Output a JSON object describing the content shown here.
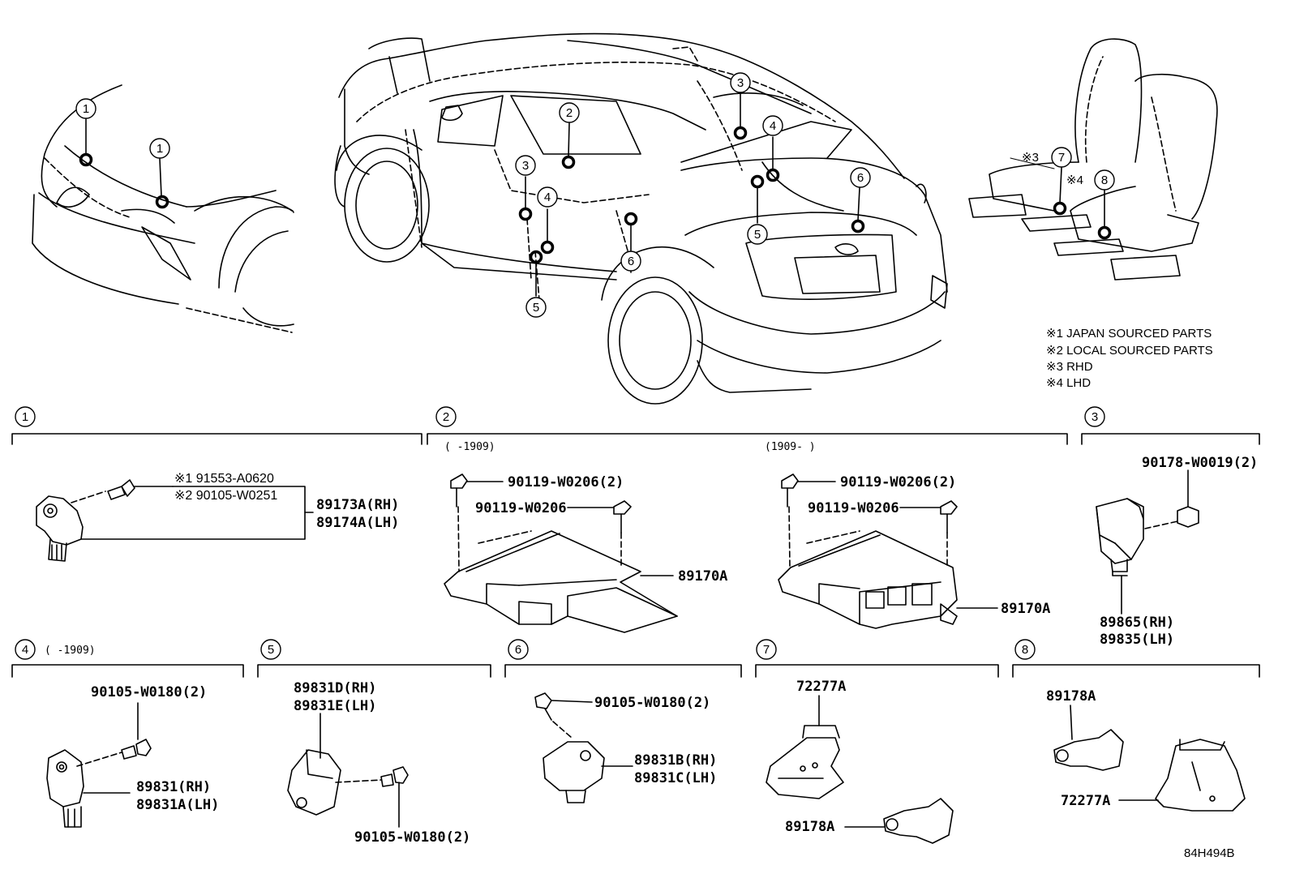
{
  "legend": [
    "※1 JAPAN SOURCED PARTS",
    "※2 LOCAL SOURCED PARTS",
    "※3 RHD",
    "※4 LHD"
  ],
  "overview_callouts": {
    "front": [
      "1",
      "1"
    ],
    "car": [
      "2",
      "3",
      "3",
      "4",
      "4",
      "5",
      "5",
      "6",
      "6"
    ],
    "seat": [
      "7",
      "8"
    ],
    "seat_marks": [
      "※3",
      "※4"
    ]
  },
  "sections": {
    "s1": {
      "num": "1",
      "note1": "※1 91553-A0620",
      "note2": "※2 90105-W0251",
      "part_rh": "89173A(RH)",
      "part_lh": "89174A(LH)"
    },
    "s2": {
      "num": "2",
      "left_date": "(     -1909)",
      "right_date": "(1909-      )",
      "l_bolt2": "90119-W0206(2)",
      "l_bolt": "90119-W0206",
      "l_part": "89170A",
      "r_bolt2": "90119-W0206(2)",
      "r_bolt": "90119-W0206",
      "r_part": "89170A"
    },
    "s3": {
      "num": "3",
      "nut": "90178-W0019(2)",
      "part_rh": "89865(RH)",
      "part_lh": "89835(LH)"
    },
    "s4": {
      "num": "4",
      "date": "(     -1909)",
      "bolt": "90105-W0180(2)",
      "part_rh": "89831(RH)",
      "part_lh": "89831A(LH)"
    },
    "s5": {
      "num": "5",
      "part_rh": "89831D(RH)",
      "part_lh": "89831E(LH)",
      "bolt": "90105-W0180(2)"
    },
    "s6": {
      "num": "6",
      "bolt": "90105-W0180(2)",
      "part_rh": "89831B(RH)",
      "part_lh": "89831C(LH)"
    },
    "s7": {
      "num": "7",
      "bracket": "72277A",
      "sensor": "89178A"
    },
    "s8": {
      "num": "8",
      "sensor": "89178A",
      "bracket": "72277A"
    }
  },
  "figure_id": "84H494B"
}
